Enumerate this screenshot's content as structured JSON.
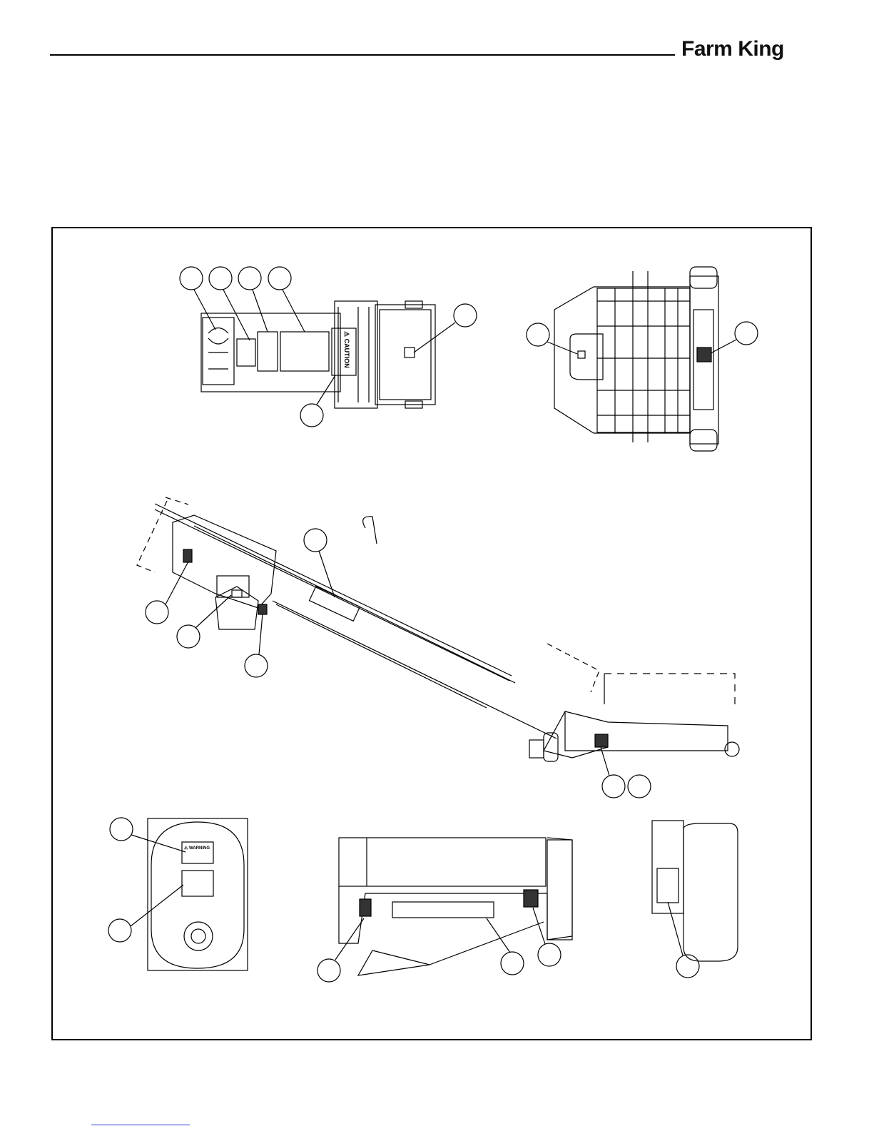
{
  "header": {
    "brand": "Farm King"
  },
  "diagram": {
    "decals": {
      "caution": "⚠ CAUTION",
      "warning": "⚠ WARNING"
    }
  }
}
